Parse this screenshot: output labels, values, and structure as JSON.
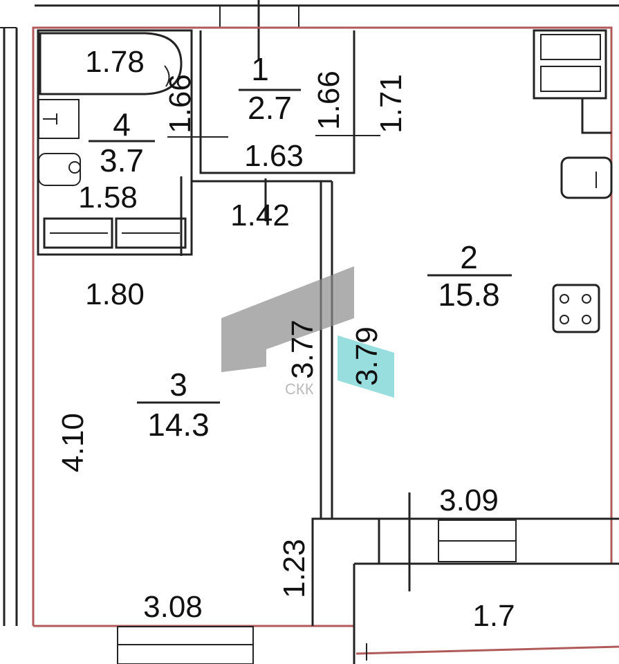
{
  "rooms": [
    {
      "number": "1",
      "area": "2.7"
    },
    {
      "number": "2",
      "area": "15.8"
    },
    {
      "number": "3",
      "area": "14.3"
    },
    {
      "number": "4",
      "area": "3.7"
    }
  ],
  "dimensions": {
    "bath_width": "1.78",
    "bath_side": "1.66",
    "wc_width": "1.58",
    "hall_depth": "1.66",
    "hall_width": "1.63",
    "hall_side": "1.71",
    "corridor_width": "1.42",
    "room3_width_top": "1.80",
    "wall_left": "3.77",
    "wall_right": "3.79",
    "room3_height": "4.10",
    "kitchen_width": "3.09",
    "balcony_depth": "1.23",
    "room3_width_bottom": "3.08",
    "balcony_width": "1.7"
  },
  "watermark": {
    "text": "СКК"
  },
  "colors": {
    "wall": "#222222",
    "outline": "#b05a5a",
    "watermark_gray": "#8c8c8c",
    "watermark_teal": "#7fd6d6"
  }
}
